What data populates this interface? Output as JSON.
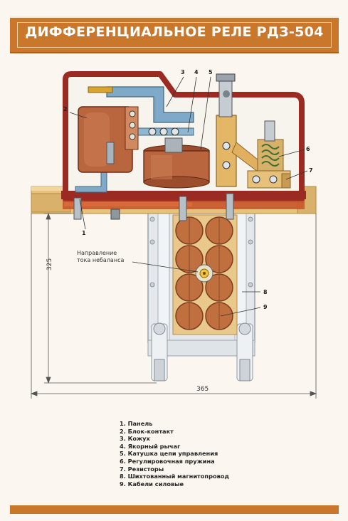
{
  "title": "ДИФФЕРЕНЦИАЛЬНОЕ РЕЛЕ РДЗ-504",
  "callouts": {
    "c1": "1",
    "c2": "2",
    "c3": "3",
    "c4": "4",
    "c5": "5",
    "c6": "6",
    "c7": "7",
    "c8": "8",
    "c9": "9"
  },
  "annotation": {
    "line1": "Направление",
    "line2": "тока небаланса"
  },
  "dimensions": {
    "height": "325",
    "width": "365"
  },
  "legend": [
    "1. Панель",
    "2. Блок-контакт",
    "3. Кожух",
    "4. Якорный рычаг",
    "5. Катушка цепи управления",
    "6. Регулировочная пружина",
    "7. Резисторы",
    "8. Шихтованный магнитопровод",
    "9. Кабели силовые"
  ],
  "colors": {
    "title_bar": "#c9772b",
    "housing": "#9b2b22",
    "panel": "#e6c27c",
    "coil": "#b9663f",
    "core": "#e8ecef",
    "cable": "#c0703f"
  }
}
